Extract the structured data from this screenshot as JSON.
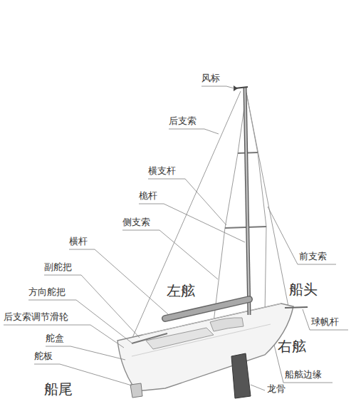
{
  "diagram": {
    "labels": [
      "风标",
      "后支索",
      "横支杆",
      "桅杆",
      "侧支索",
      "前支索",
      "横杆",
      "副舵把",
      "左舷",
      "船头",
      "方向舵把",
      "球帆杆",
      "后支索调节滑轮",
      "舵盒",
      "右舷",
      "舵板",
      "船舷边缘",
      "船尾",
      "龙骨"
    ]
  }
}
